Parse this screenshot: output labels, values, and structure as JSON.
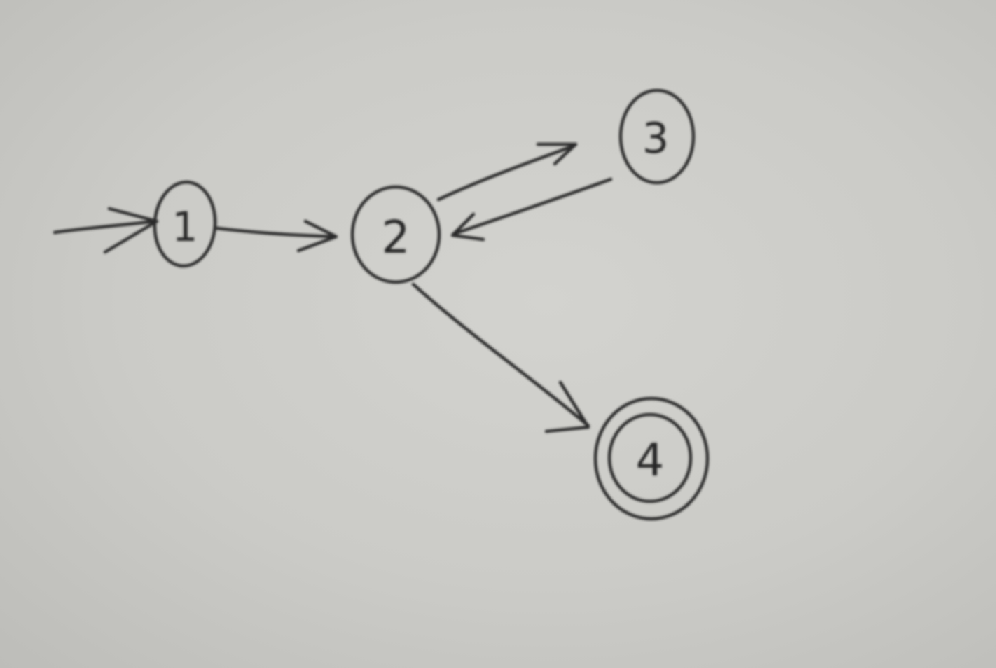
{
  "diagram": {
    "type": "state-diagram",
    "ink_color": "#2b2b2b",
    "paper_color": "#cbcbc7",
    "start_state": "1",
    "accepting_states": [
      "4"
    ],
    "nodes": [
      {
        "id": "1",
        "label": "1",
        "accepting": false
      },
      {
        "id": "2",
        "label": "2",
        "accepting": false
      },
      {
        "id": "3",
        "label": "3",
        "accepting": false
      },
      {
        "id": "4",
        "label": "4",
        "accepting": true
      }
    ],
    "edges": [
      {
        "from": null,
        "to": "1",
        "kind": "start-arrow"
      },
      {
        "from": "1",
        "to": "2"
      },
      {
        "from": "2",
        "to": "3"
      },
      {
        "from": "3",
        "to": "2"
      },
      {
        "from": "2",
        "to": "4"
      }
    ]
  }
}
